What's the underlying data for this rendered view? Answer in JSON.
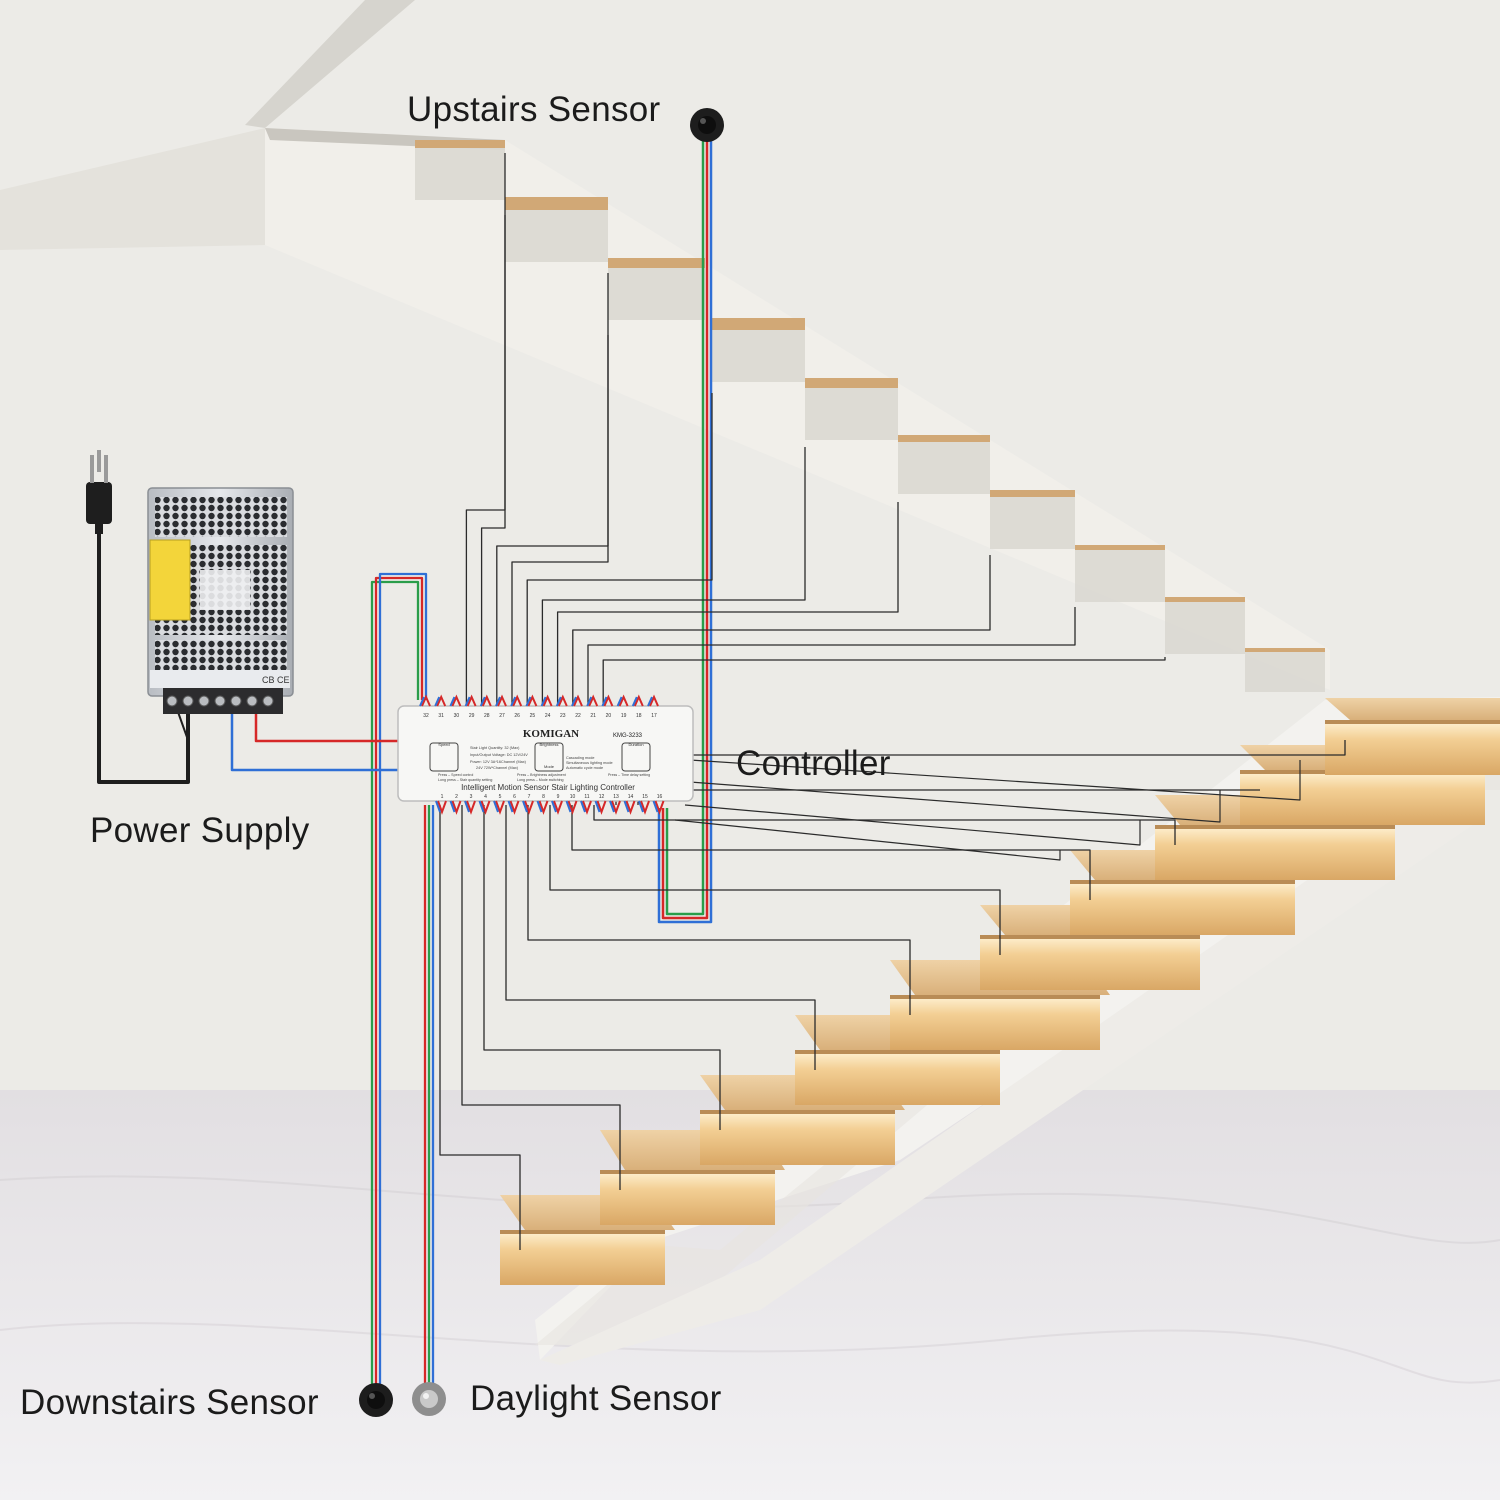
{
  "labels": {
    "upstairs_sensor": "Upstairs Sensor",
    "controller": "Controller",
    "power_supply": "Power Supply",
    "downstairs_sensor": "Downstairs Sensor",
    "daylight_sensor": "Daylight Sensor"
  },
  "controller": {
    "brand": "KOMIGAN",
    "model": "KMG-3233",
    "caption": "Intelligent Motion Sensor Stair Lighting Controller",
    "top_ports": [
      "32",
      "31",
      "30",
      "29",
      "28",
      "27",
      "26",
      "25",
      "24",
      "23",
      "22",
      "21",
      "20",
      "19",
      "18",
      "17"
    ],
    "bottom_ports": [
      "1",
      "2",
      "3",
      "4",
      "5",
      "6",
      "7",
      "8",
      "9",
      "10",
      "11",
      "12",
      "13",
      "14",
      "15",
      "16"
    ],
    "buttons": [
      "Speed",
      "Brightness",
      "Mode",
      "Duration"
    ],
    "spec_lines": [
      "Stair Light Quantity: 32 (Max)",
      "Input/Output Voltage: DC 12V/24V",
      "Power: 12V 3A*16Channel (Max)",
      "24V 72W*Channel (Max)"
    ],
    "mode_lines": [
      "Cascading mode",
      "Simultaneous lighting mode",
      "Automatic cycle mode"
    ],
    "hint_lines": [
      "Press – Speed control",
      "Long press – Stair quantity setting",
      "Press – Brightness adjustment",
      "Long press – Mode switching",
      "Press – Time delay setting"
    ]
  },
  "power_supply_label": "CB CE",
  "colors": {
    "wall": "#ecebe7",
    "floor": "#e4e1e3",
    "wire_red": "#d62828",
    "wire_blue": "#2f6fd6",
    "wire_green": "#2a9d4a",
    "wire_black": "#2b2b2b",
    "wood": "#e2bc86",
    "glow": "#f6d9a3"
  }
}
